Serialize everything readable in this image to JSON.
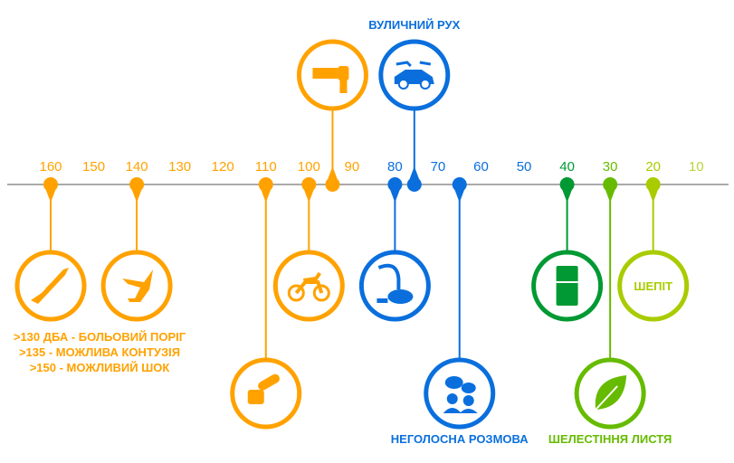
{
  "colors": {
    "orange": "#FFA200",
    "blue": "#0A6FDD",
    "green_dark": "#009933",
    "green": "#66BB00",
    "lime": "#A8CC00",
    "lime_light": "#B8D43A",
    "axis": "#AAAAAA"
  },
  "axis_ticks": [
    {
      "value": "160",
      "color": "#FFA200"
    },
    {
      "value": "150",
      "color": "#FFA200"
    },
    {
      "value": "140",
      "color": "#FFA200"
    },
    {
      "value": "130",
      "color": "#FFA200"
    },
    {
      "value": "120",
      "color": "#FFA200"
    },
    {
      "value": "110",
      "color": "#FFA200"
    },
    {
      "value": "100",
      "color": "#FFA200"
    },
    {
      "value": "90",
      "color": "#FFA200"
    },
    {
      "value": "80",
      "color": "#0A6FDD"
    },
    {
      "value": "70",
      "color": "#0A6FDD"
    },
    {
      "value": "60",
      "color": "#0A6FDD"
    },
    {
      "value": "50",
      "color": "#0A6FDD"
    },
    {
      "value": "40",
      "color": "#009933"
    },
    {
      "value": "30",
      "color": "#66BB00"
    },
    {
      "value": "20",
      "color": "#A8CC00"
    },
    {
      "value": "10",
      "color": "#B8D43A"
    }
  ],
  "markers": [
    {
      "db": 160,
      "level": "below",
      "icon": "shotgun-icon",
      "color": "#FFA200"
    },
    {
      "db": 140,
      "level": "below",
      "icon": "jet-icon",
      "color": "#FFA200"
    },
    {
      "db": 110,
      "level": "far-below",
      "icon": "chainsaw-icon",
      "color": "#FFA200"
    },
    {
      "db": 100,
      "level": "below",
      "icon": "motorcycle-icon",
      "color": "#FFA200"
    },
    {
      "db": 94.5,
      "level": "above",
      "icon": "drill-icon",
      "color": "#FFA200"
    },
    {
      "db": 75.5,
      "level": "above",
      "icon": "car-icon",
      "color": "#0A6FDD",
      "label": "ВУЛИЧНИЙ РУХ"
    },
    {
      "db": 80,
      "level": "below",
      "icon": "vacuum-icon",
      "color": "#0A6FDD"
    },
    {
      "db": 65,
      "level": "far-below",
      "icon": "conversation-icon",
      "color": "#0A6FDD",
      "label": "НЕГОЛОСНА РОЗМОВА"
    },
    {
      "db": 40,
      "level": "below",
      "icon": "fridge-icon",
      "color": "#009933"
    },
    {
      "db": 30,
      "level": "far-below",
      "icon": "leaf-icon",
      "color": "#66BB00",
      "label": "ШЕЛЕСТІННЯ ЛИСТЯ"
    },
    {
      "db": 20,
      "level": "below",
      "icon": "whisper-text",
      "color": "#A8CC00",
      "inner_text": "ШЕПІТ"
    }
  ],
  "notes": [
    ">130 ДБА - БОЛЬОВИЙ ПОРІГ",
    ">135 - МОЖЛИВА КОНТУЗІЯ",
    ">150 - МОЖЛИВИЙ ШОК"
  ]
}
